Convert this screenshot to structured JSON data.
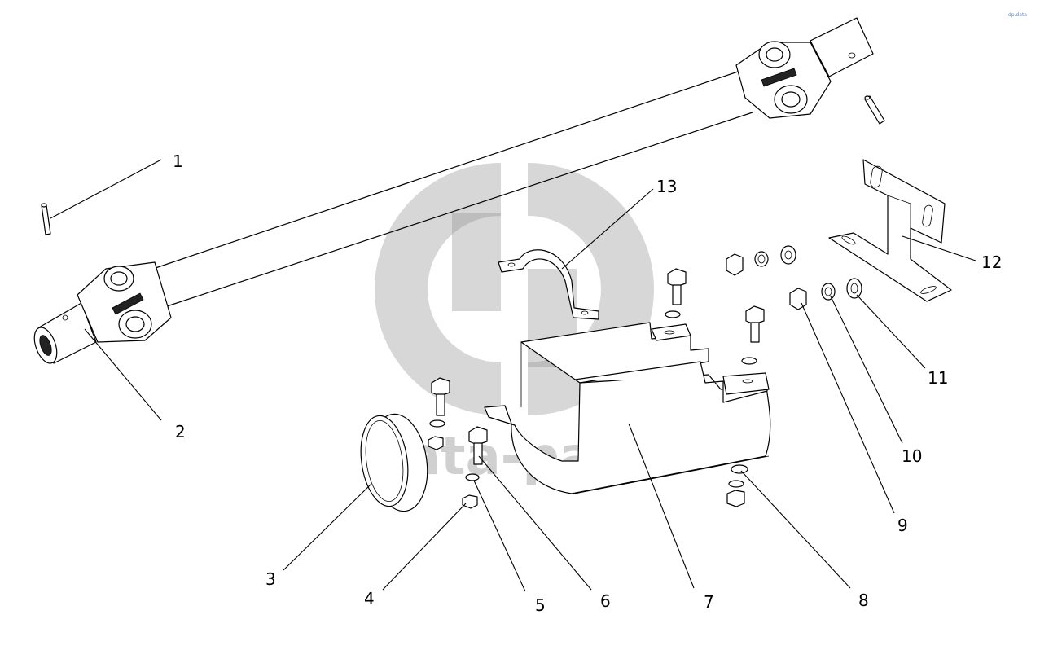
{
  "watermark": {
    "text": "data-parts",
    "corner_mark": "dp.data"
  },
  "callouts": [
    {
      "id": "1",
      "label": "1"
    },
    {
      "id": "2",
      "label": "2"
    },
    {
      "id": "3",
      "label": "3"
    },
    {
      "id": "4",
      "label": "4"
    },
    {
      "id": "5",
      "label": "5"
    },
    {
      "id": "6",
      "label": "6"
    },
    {
      "id": "7",
      "label": "7"
    },
    {
      "id": "8",
      "label": "8"
    },
    {
      "id": "9",
      "label": "9"
    },
    {
      "id": "10",
      "label": "10"
    },
    {
      "id": "11",
      "label": "11"
    },
    {
      "id": "12",
      "label": "12"
    },
    {
      "id": "13",
      "label": "13"
    }
  ],
  "colors": {
    "line": "#000000",
    "watermark": "#8c8c8c",
    "background": "#ffffff"
  }
}
